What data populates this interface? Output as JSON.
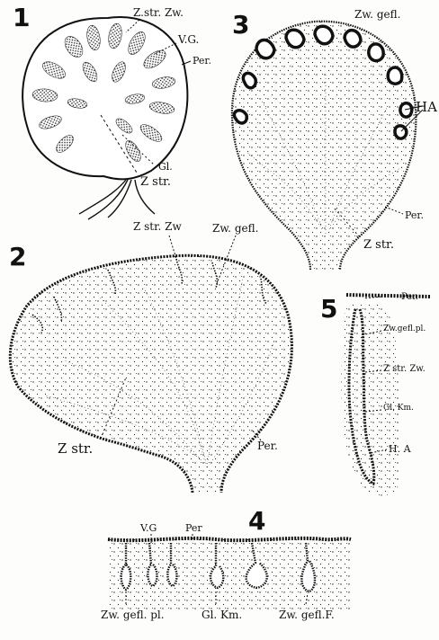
{
  "figures": [
    {
      "number": "1",
      "labels": {
        "z_str_zw": "Z.str. Zw.",
        "vg": "V.G.",
        "per": "Per.",
        "gl": "Gl.",
        "z_str": "Z str."
      }
    },
    {
      "number": "2",
      "labels": {
        "z_str_zw": "Z str. Zw",
        "zw_gefl": "Zw. gefl.",
        "z_str": "Z str.",
        "per": "Per."
      }
    },
    {
      "number": "3",
      "labels": {
        "zw_gefl": "Zw. gefl.",
        "ha": "HA",
        "per": "Per.",
        "z_str": "Z str."
      }
    },
    {
      "number": "4",
      "labels": {
        "vg": "V.G",
        "per": "Per",
        "zw_gefl_pl": "Zw. gefl. pl.",
        "gl_km": "Gl. Km.",
        "zw_gefl_f": "Zw. gefl.F."
      }
    },
    {
      "number": "5",
      "labels": {
        "per": "Per.",
        "zw_gefl_pl": "Zw.gefl.pl.",
        "z_str_zw": "Z str. Zw.",
        "gl_km": "Gl. Km.",
        "ha": "H. A"
      }
    }
  ],
  "colors": {
    "ink": "#111111",
    "paper": "#fdfdfb",
    "stipple": "#2a2a2a"
  }
}
